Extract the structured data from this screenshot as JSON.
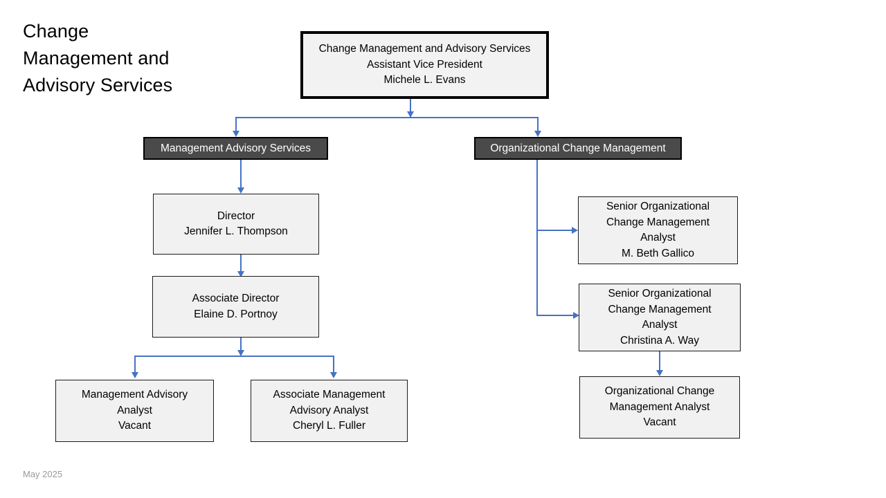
{
  "page": {
    "title": "Change\nManagement and\nAdvisory Services",
    "footer_date": "May 2025",
    "background_color": "#ffffff"
  },
  "colors": {
    "connector": "#4472c4",
    "box_fill": "#f1f1f1",
    "box_border": "#1a1a1a",
    "dark_box_fill": "#4a4a4a",
    "dark_box_text": "#ffffff",
    "title_text": "#000000",
    "footer_text": "#9a9a9a"
  },
  "chart_data": {
    "type": "diagram",
    "subtype": "org-chart",
    "title": "Change Management and Advisory Services",
    "as_of": "May 2025",
    "nodes": [
      {
        "id": "root",
        "style": "root",
        "lines": [
          "Change Management and Advisory Services",
          "Assistant Vice President",
          "Michele L. Evans"
        ],
        "text": "Change Management and Advisory Services\nAssistant Vice President\nMichele L. Evans"
      },
      {
        "id": "mas-header",
        "style": "dark",
        "lines": [
          "Management Advisory Services"
        ],
        "text": "Management Advisory Services"
      },
      {
        "id": "ocm-header",
        "style": "dark",
        "lines": [
          "Organizational Change Management"
        ],
        "text": "Organizational Change Management"
      },
      {
        "id": "mas-director",
        "style": "plain",
        "lines": [
          "Director",
          "Jennifer L. Thompson"
        ],
        "text": "Director\nJennifer L. Thompson"
      },
      {
        "id": "mas-assoc-director",
        "style": "plain",
        "lines": [
          "Associate Director",
          "Elaine D. Portnoy"
        ],
        "text": "Associate Director\nElaine D. Portnoy"
      },
      {
        "id": "mas-analyst",
        "style": "plain",
        "lines": [
          "Management Advisory",
          "Analyst",
          "Vacant"
        ],
        "text": "Management Advisory\nAnalyst\nVacant"
      },
      {
        "id": "mas-assoc-analyst",
        "style": "plain",
        "lines": [
          "Associate Management",
          "Advisory Analyst",
          "Cheryl L. Fuller"
        ],
        "text": "Associate Management\nAdvisory Analyst\nCheryl L. Fuller"
      },
      {
        "id": "ocm-senior-gallico",
        "style": "plain",
        "lines": [
          "Senior Organizational",
          "Change Management",
          "Analyst",
          "M. Beth Gallico"
        ],
        "text": "Senior Organizational\nChange Management\nAnalyst\nM. Beth Gallico"
      },
      {
        "id": "ocm-senior-way",
        "style": "plain",
        "lines": [
          "Senior Organizational",
          "Change Management",
          "Analyst",
          "Christina A. Way"
        ],
        "text": "Senior Organizational\nChange Management\nAnalyst\nChristina A. Way"
      },
      {
        "id": "ocm-analyst-vacant",
        "style": "plain",
        "lines": [
          "Organizational Change",
          "Management Analyst",
          "Vacant"
        ],
        "text": "Organizational Change\nManagement Analyst\nVacant"
      }
    ],
    "edges": [
      {
        "from": "root",
        "to": "mas-header"
      },
      {
        "from": "root",
        "to": "ocm-header"
      },
      {
        "from": "mas-header",
        "to": "mas-director"
      },
      {
        "from": "mas-director",
        "to": "mas-assoc-director"
      },
      {
        "from": "mas-assoc-director",
        "to": "mas-analyst"
      },
      {
        "from": "mas-assoc-director",
        "to": "mas-assoc-analyst"
      },
      {
        "from": "ocm-header",
        "to": "ocm-senior-gallico"
      },
      {
        "from": "ocm-header",
        "to": "ocm-senior-way"
      },
      {
        "from": "ocm-senior-way",
        "to": "ocm-analyst-vacant"
      }
    ]
  }
}
